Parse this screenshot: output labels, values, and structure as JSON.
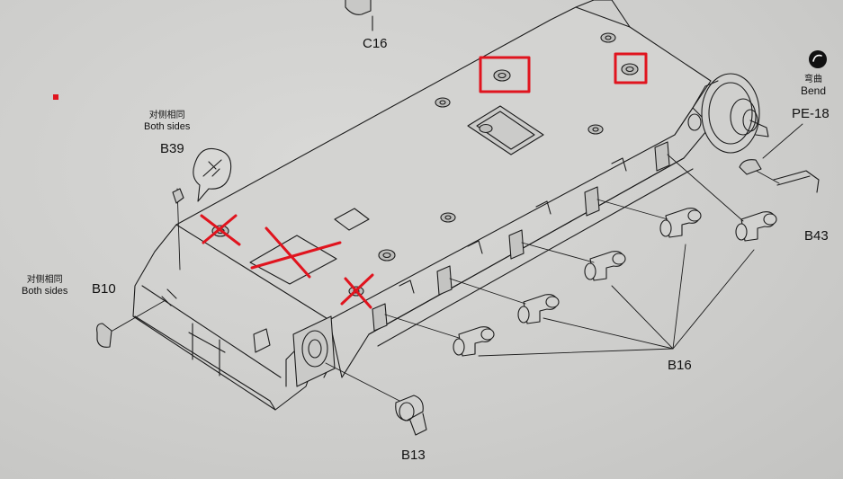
{
  "labels": {
    "c16": "C16",
    "b39": "B39",
    "b10": "B10",
    "b13": "B13",
    "b16": "B16",
    "b43": "B43",
    "pe18": "PE-18",
    "bend_cn": "弯曲",
    "bend_en": "Bend",
    "both_sides_cn_1": "对侧相同",
    "both_sides_en_1": "Both sides",
    "both_sides_cn_2": "对侧相同",
    "both_sides_en_2": "Both sides"
  },
  "annotation_colors": {
    "highlight_box": "#e0141e",
    "cross_mark": "#e0141e",
    "line_art": "#1c1c1c",
    "paper": "#cfcfcd"
  },
  "annotations": {
    "highlight_boxes": 2,
    "cross_marks": 3
  }
}
